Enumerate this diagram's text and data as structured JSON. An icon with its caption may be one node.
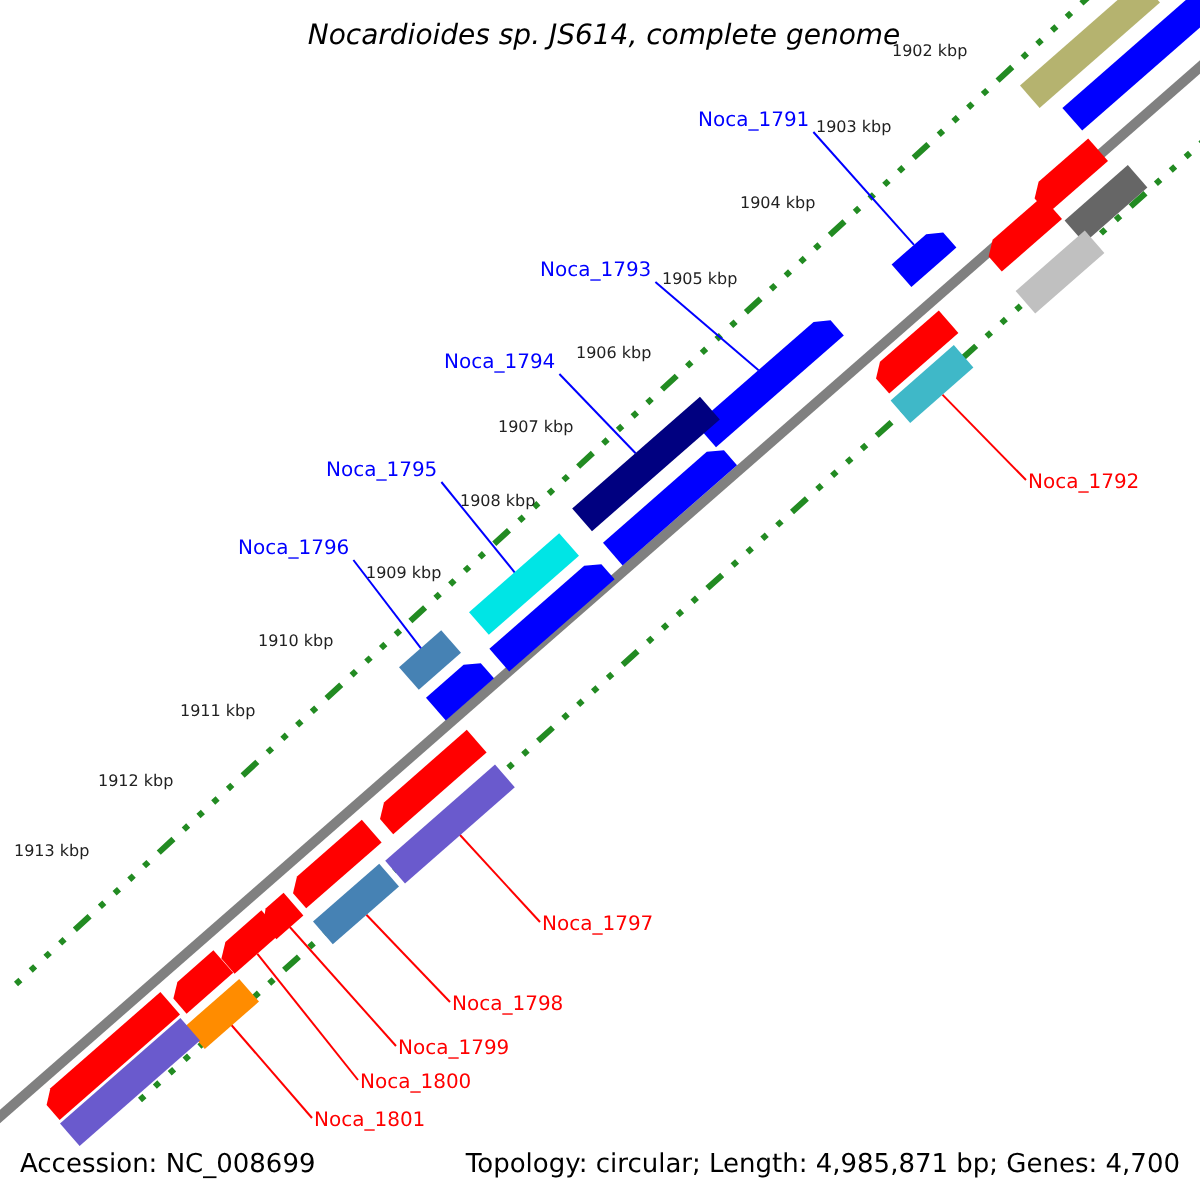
{
  "diagram": {
    "title": "Nocardioides sp. JS614, complete genome",
    "nodes": [
      {
        "text": [
          "Noca_1791"
        ]
      },
      {
        "text": [
          "Noca_1793"
        ]
      },
      {
        "text": [
          "Noca_1794"
        ]
      },
      {
        "text": [
          "Noca_1792"
        ]
      },
      {
        "text": [
          "Noca_1795"
        ]
      },
      {
        "text": [
          "Noca_1796"
        ]
      },
      {
        "text": [
          "Noca_1797"
        ]
      },
      {
        "text": [
          "Noca_1798"
        ]
      },
      {
        "text": [
          "Noca_1799"
        ]
      },
      {
        "text": [
          "Noca_1800"
        ]
      },
      {
        "text": [
          "Noca_1801"
        ]
      },
      {
        "text": [],
        "shape": "bar"
      },
      {
        "text": [],
        "shape": "arrow"
      },
      {
        "text": [],
        "shape": "arrow"
      },
      {
        "text": [],
        "shape": "bar"
      },
      {
        "text": [],
        "shape": "arrow"
      },
      {
        "text": [],
        "shape": "arrow"
      },
      {
        "text": [],
        "shape": "bar"
      },
      {
        "text": [],
        "shape": "arrow"
      },
      {
        "text": [],
        "shape": "arrow"
      },
      {
        "text": [],
        "shape": "bar"
      },
      {
        "text": [],
        "shape": "bar"
      },
      {
        "text": [],
        "shape": "arrow"
      },
      {
        "text": [],
        "shape": "bar"
      },
      {
        "text": [],
        "shape": "arrow"
      },
      {
        "text": [],
        "shape": "bar"
      },
      {
        "text": [],
        "shape": "arrow"
      },
      {
        "text": [],
        "shape": "arrow"
      },
      {
        "text": [],
        "shape": "bar"
      },
      {
        "text": [],
        "shape": "arrow"
      },
      {
        "text": [],
        "shape": "bar"
      },
      {
        "text": [],
        "shape": "arrow"
      },
      {
        "text": [],
        "shape": "arrow"
      },
      {
        "text": [],
        "shape": "arrow"
      },
      {
        "text": [],
        "shape": "bar"
      },
      {
        "text": [],
        "shape": "arrow"
      },
      {
        "text": [],
        "shape": "bar"
      }
    ],
    "edges": [
      {
        "from": 0,
        "to": 16,
        "arrow": "none",
        "color": "#0000ff"
      },
      {
        "from": 1,
        "to": 19,
        "arrow": "none",
        "color": "#0000ff"
      },
      {
        "from": 3,
        "to": 20,
        "arrow": "none"
      },
      {
        "from": 2,
        "to": 21,
        "arrow": "none",
        "color": "#0000ff"
      },
      {
        "from": 4,
        "to": 23,
        "arrow": "none",
        "color": "#0000ff"
      },
      {
        "from": 5,
        "to": 25,
        "arrow": "none",
        "color": "#0000ff"
      },
      {
        "from": 6,
        "to": 28,
        "arrow": "none"
      },
      {
        "from": 7,
        "to": 30,
        "arrow": "none"
      },
      {
        "from": 8,
        "to": 31,
        "arrow": "none"
      },
      {
        "from": 9,
        "to": 32,
        "arrow": "none"
      },
      {
        "from": 10,
        "to": 34,
        "arrow": "none"
      }
    ],
    "labels": [
      "1902 kbp",
      "1903 kbp",
      "1904 kbp",
      "1905 kbp",
      "1906 kbp",
      "1907 kbp",
      "1908 kbp",
      "1909 kbp",
      "1910 kbp",
      "1911 kbp",
      "1912 kbp",
      "1913 kbp",
      "Accession: NC_008699",
      "Topology: circular; Length: 4,985,871 bp; Genes: 4,700"
    ]
  }
}
